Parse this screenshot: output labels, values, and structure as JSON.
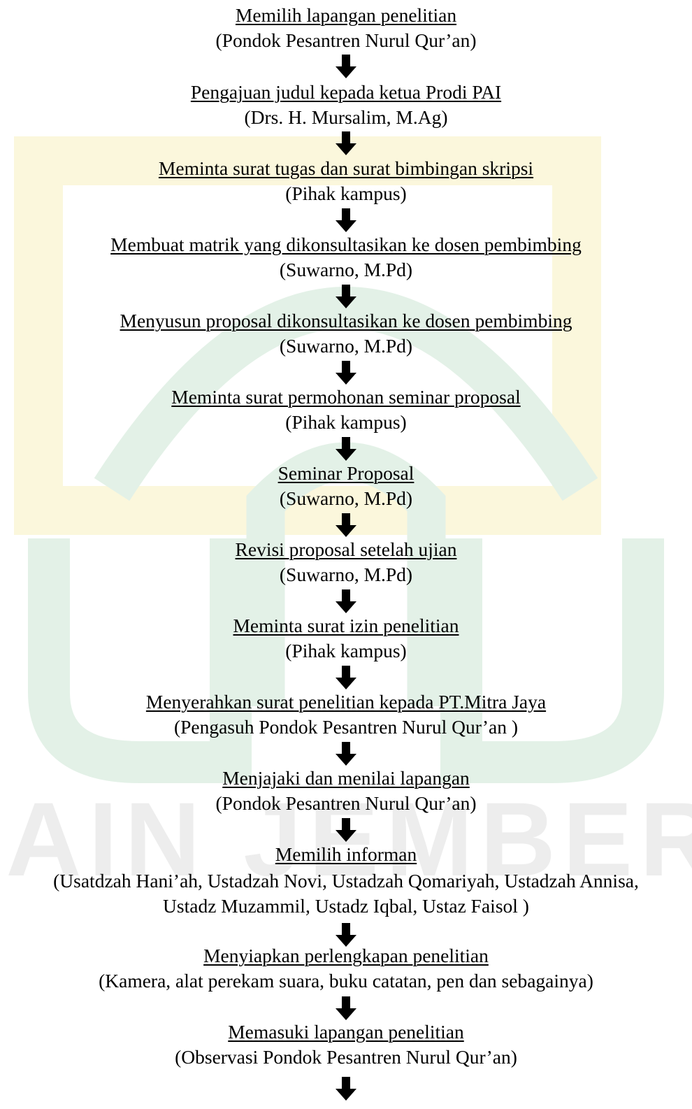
{
  "watermark": {
    "text": "IAIN JEMBER",
    "colors": {
      "yellow": "#fbf7dc",
      "green": "#e3f1e7"
    }
  },
  "arrow_icon": "down-arrow-icon",
  "steps": [
    {
      "title": "Memilih lapangan penelitian",
      "detail": "(Pondok Pesantren Nurul Qur’an)"
    },
    {
      "title": "Pengajuan judul kepada ketua Prodi PAI",
      "detail": "(Drs. H. Mursalim, M.Ag)"
    },
    {
      "title": "Meminta surat tugas dan surat bimbingan skripsi",
      "detail": "(Pihak kampus)"
    },
    {
      "title": "Membuat matrik yang dikonsultasikan ke dosen pembimbing",
      "detail": "(Suwarno, M.Pd)"
    },
    {
      "title": "Menyusun proposal dikonsultasikan ke dosen pembimbing",
      "detail": "(Suwarno, M.Pd)"
    },
    {
      "title": "Meminta surat permohonan seminar proposal",
      "detail": "(Pihak kampus)"
    },
    {
      "title": "Seminar Proposal",
      "detail": "(Suwarno, M.Pd)"
    },
    {
      "title": "Revisi proposal setelah ujian",
      "detail": "(Suwarno, M.Pd)"
    },
    {
      "title": "Meminta surat izin penelitian",
      "detail": "(Pihak kampus)"
    },
    {
      "title": "Menyerahkan surat penelitian kepada PT.Mitra Jaya",
      "detail": "(Pengasuh Pondok Pesantren Nurul Qur’an )"
    },
    {
      "title": "Menjajaki dan menilai lapangan",
      "detail": "(Pondok Pesantren Nurul Qur’an)"
    },
    {
      "title": "Memilih informan",
      "detail_lines": [
        "(Usatdzah Hani’ah, Ustadzah Novi, Ustadzah Qomariyah, Ustadzah Annisa,",
        "Ustadz Muzammil, Ustadz Iqbal, Ustaz Faisol )"
      ]
    },
    {
      "title": "Menyiapkan perlengkapan penelitian",
      "detail": "(Kamera, alat perekam suara, buku catatan, pen dan sebagainya)"
    },
    {
      "title": "Memasuki lapangan penelitian",
      "detail": "(Observasi Pondok Pesantren Nurul Qur’an)"
    }
  ]
}
